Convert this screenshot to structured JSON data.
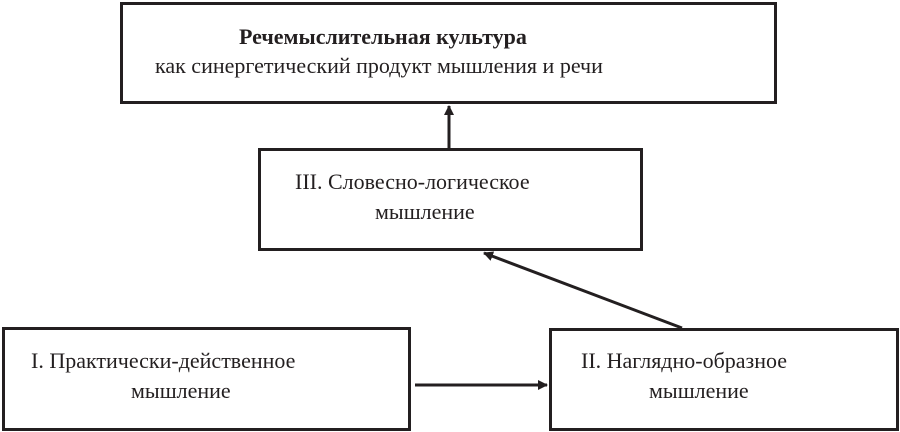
{
  "diagram": {
    "top": {
      "title": "Речемыслительная культура",
      "subtitle": "как синергетический продукт мышления и речи"
    },
    "stage3": {
      "line1": "III. Словесно-логическое",
      "line2": "мышление"
    },
    "stage1": {
      "line1": "I. Практически-действенное",
      "line2": "мышление"
    },
    "stage2": {
      "line1": "II. Наглядно-образное",
      "line2": "мышление"
    },
    "edges": [
      {
        "from": "I. Практически-действенное мышление",
        "to": "II. Наглядно-образное мышление"
      },
      {
        "from": "II. Наглядно-образное мышление",
        "to": "III. Словесно-логическое мышление"
      },
      {
        "from": "III. Словесно-логическое мышление",
        "to": "Речемыслительная культура"
      }
    ],
    "colors": {
      "stroke": "#231f20",
      "background": "#ffffff"
    }
  }
}
